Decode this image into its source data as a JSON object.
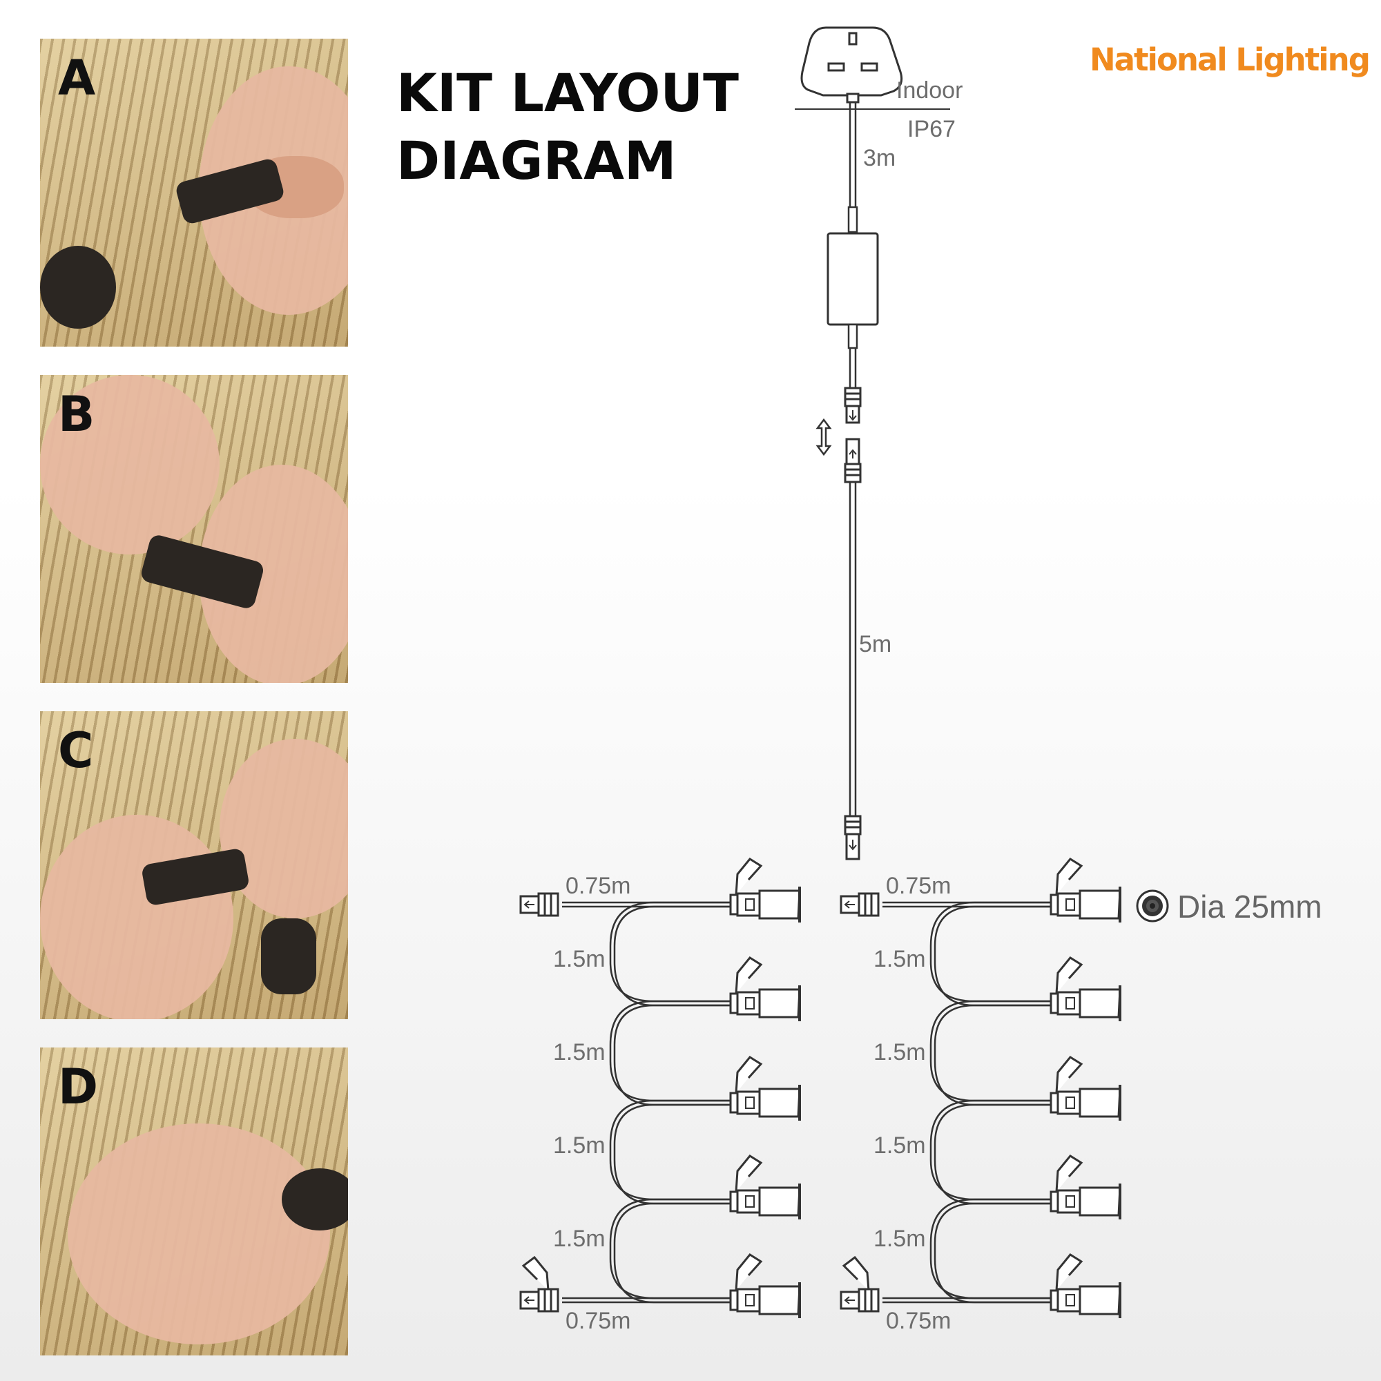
{
  "title_line1": "KIT LAYOUT",
  "title_line2": "DIAGRAM",
  "brand": "National Lighting",
  "steps": [
    "A",
    "B",
    "C",
    "D"
  ],
  "labels": {
    "indoor": "Indoor",
    "ip": "IP67",
    "cable_3m": "3m",
    "cable_5m": "5m",
    "seg_end": "0.75m",
    "seg_mid": "1.5m",
    "diameter": "Dia 25mm"
  },
  "colors": {
    "brand": "#f08a1e",
    "line": "#333333",
    "label": "#6d6d6d"
  }
}
